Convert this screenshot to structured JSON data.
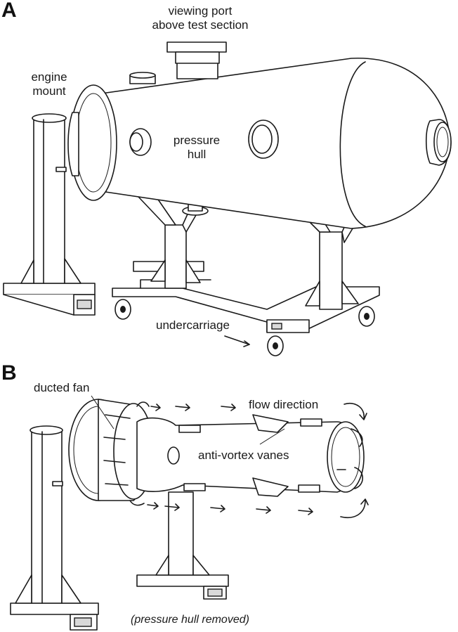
{
  "panels": {
    "a": {
      "letter": "A",
      "labels": {
        "viewing_port_line1": "viewing port",
        "viewing_port_line2": "above test section",
        "engine_mount_line1": "engine",
        "engine_mount_line2": "mount",
        "pressure_hull_line1": "pressure",
        "pressure_hull_line2": "hull",
        "undercarriage": "undercarriage"
      }
    },
    "b": {
      "letter": "B",
      "labels": {
        "ducted_fan": "ducted fan",
        "flow_direction": "flow direction",
        "anti_vortex_vanes": "anti-vortex vanes",
        "note": "(pressure hull removed)"
      }
    }
  }
}
